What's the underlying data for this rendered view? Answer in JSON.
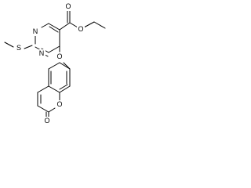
{
  "molecule": {
    "atoms": {
      "o_carbonyl_ester": "O",
      "o_ester": "O",
      "n_top": "N",
      "n_bottom": "N",
      "s_thioether": "S",
      "o_ether": "O",
      "o_ring_lactone": "O",
      "o_lactone_carbonyl": "O"
    }
  }
}
